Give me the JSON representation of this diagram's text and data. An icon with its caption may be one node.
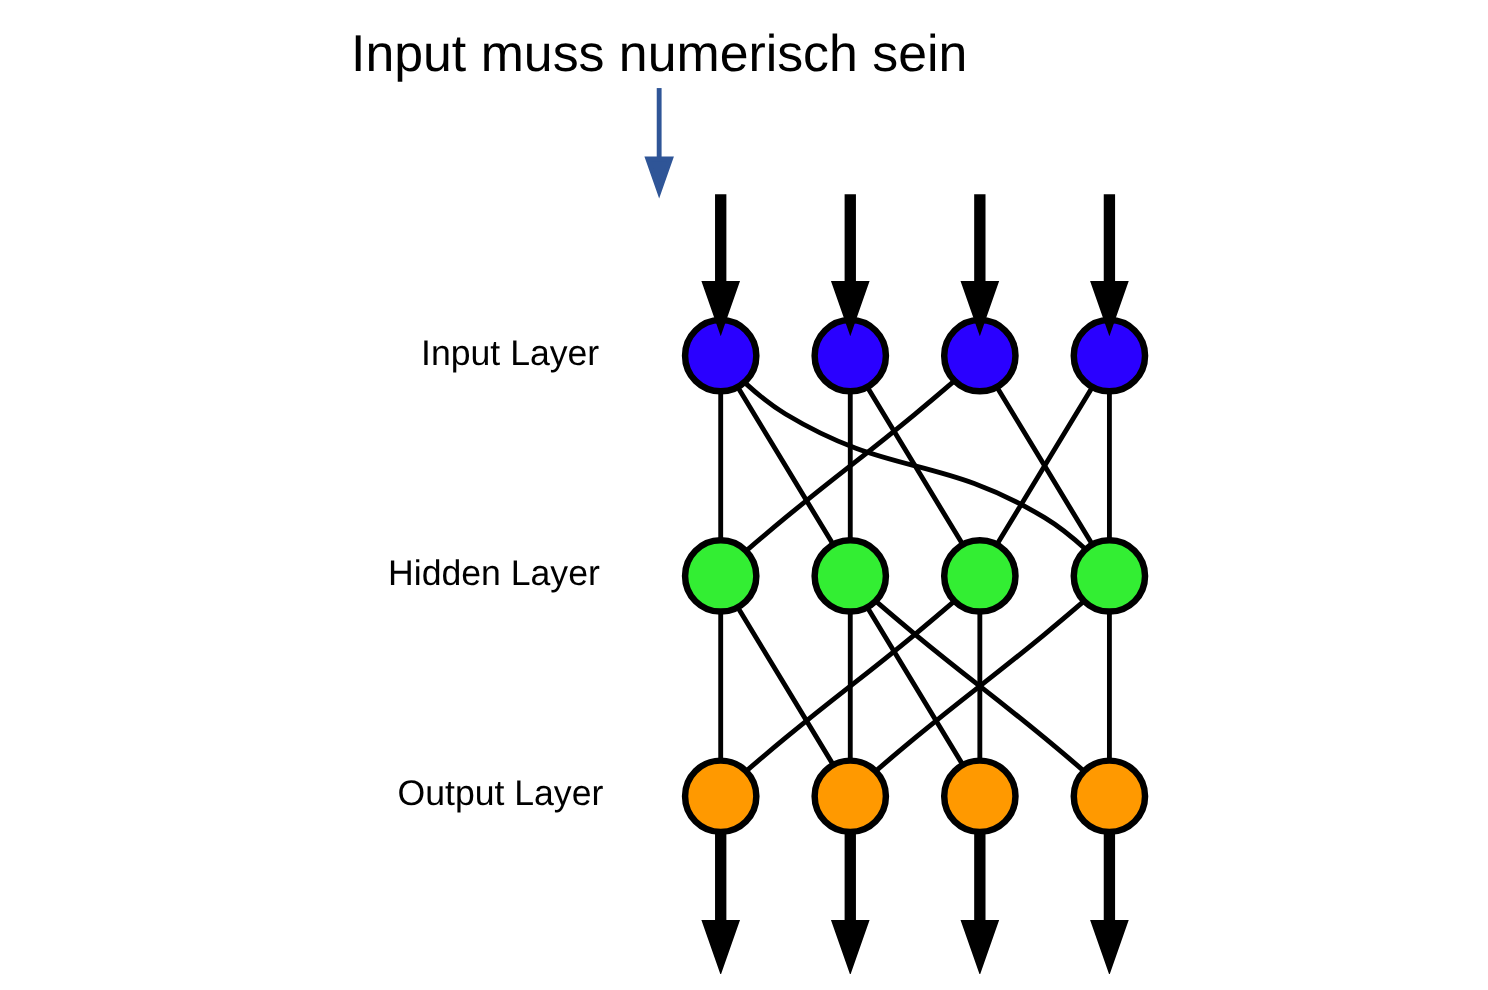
{
  "diagram": {
    "nodes": [
      {
        "text": [
          "Input muss numerisch sein"
        ]
      },
      {
        "text": [],
        "shape": "circle",
        "beside": [
          "Input Layer"
        ]
      },
      {
        "text": [],
        "shape": "circle"
      },
      {
        "text": [],
        "shape": "circle"
      },
      {
        "text": [],
        "shape": "circle"
      },
      {
        "text": [],
        "shape": "circle",
        "beside": [
          "Hidden Layer"
        ]
      },
      {
        "text": [],
        "shape": "circle"
      },
      {
        "text": [],
        "shape": "circle"
      },
      {
        "text": [],
        "shape": "circle"
      },
      {
        "text": [],
        "shape": "circle",
        "beside": [
          "Output Layer"
        ]
      },
      {
        "text": [],
        "shape": "circle"
      },
      {
        "text": [],
        "shape": "circle"
      },
      {
        "text": [],
        "shape": "circle"
      }
    ],
    "edges": [
      {
        "from": 0,
        "to": null,
        "arrow": "to",
        "color": "#2f5597"
      },
      {
        "from": null,
        "to": 1,
        "arrow": "to",
        "style": "thick"
      },
      {
        "from": null,
        "to": 2,
        "arrow": "to",
        "style": "thick"
      },
      {
        "from": null,
        "to": 3,
        "arrow": "to",
        "style": "thick"
      },
      {
        "from": null,
        "to": 4,
        "arrow": "to",
        "style": "thick"
      },
      {
        "from": 1,
        "to": 5,
        "arrow": "none"
      },
      {
        "from": 1,
        "to": 6,
        "arrow": "none"
      },
      {
        "from": 1,
        "to": 8,
        "arrow": "none"
      },
      {
        "from": 2,
        "to": 6,
        "arrow": "none"
      },
      {
        "from": 2,
        "to": 7,
        "arrow": "none"
      },
      {
        "from": 3,
        "to": 5,
        "arrow": "none"
      },
      {
        "from": 3,
        "to": 8,
        "arrow": "none"
      },
      {
        "from": 4,
        "to": 7,
        "arrow": "none"
      },
      {
        "from": 4,
        "to": 8,
        "arrow": "none"
      },
      {
        "from": 5,
        "to": 9,
        "arrow": "none"
      },
      {
        "from": 5,
        "to": 10,
        "arrow": "none"
      },
      {
        "from": 6,
        "to": 10,
        "arrow": "none"
      },
      {
        "from": 6,
        "to": 11,
        "arrow": "none"
      },
      {
        "from": 6,
        "to": 12,
        "arrow": "none"
      },
      {
        "from": 7,
        "to": 9,
        "arrow": "none"
      },
      {
        "from": 7,
        "to": 11,
        "arrow": "none"
      },
      {
        "from": 8,
        "to": 10,
        "arrow": "none"
      },
      {
        "from": 8,
        "to": 12,
        "arrow": "none"
      },
      {
        "from": 9,
        "to": null,
        "arrow": "to",
        "style": "thick"
      },
      {
        "from": 10,
        "to": null,
        "arrow": "to",
        "style": "thick"
      },
      {
        "from": 11,
        "to": null,
        "arrow": "to",
        "style": "thick"
      },
      {
        "from": 12,
        "to": null,
        "arrow": "to",
        "style": "thick"
      }
    ]
  }
}
